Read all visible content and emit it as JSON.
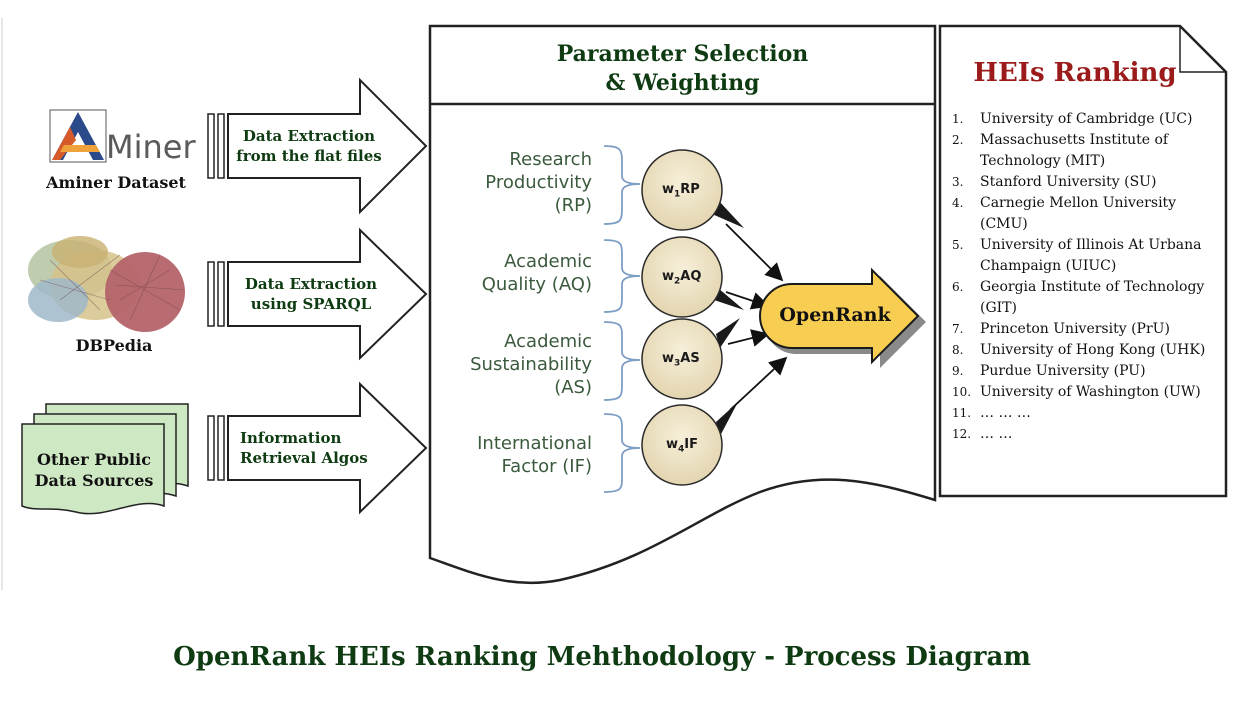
{
  "caption": "OpenRank HEIs Ranking Mehthodology - Process Diagram",
  "sources": [
    {
      "name": "Aminer Dataset",
      "logo_text": "Miner"
    },
    {
      "name": "DBPedia"
    },
    {
      "name": "Other Public Data Sources"
    }
  ],
  "arrows": [
    {
      "label": "Data Extraction from the flat files"
    },
    {
      "label": "Data Extraction using SPARQL"
    },
    {
      "label": "Information Retrieval Algos"
    }
  ],
  "panel": {
    "title_line1": "Parameter Selection",
    "title_line2": "& Weighting"
  },
  "parameters": [
    {
      "label": "Research Productivity (RP)",
      "weight_prefix": "w",
      "weight_sub": "1",
      "weight_suffix": "RP"
    },
    {
      "label": "Academic Quality (AQ)",
      "weight_prefix": "w",
      "weight_sub": "2",
      "weight_suffix": "AQ"
    },
    {
      "label": "Academic Sustainability (AS)",
      "weight_prefix": "w",
      "weight_sub": "3",
      "weight_suffix": "AS"
    },
    {
      "label": "International Factor (IF)",
      "weight_prefix": "w",
      "weight_sub": "4",
      "weight_suffix": "IF"
    }
  ],
  "openrank": {
    "label": "OpenRank"
  },
  "ranking": {
    "title": "HEIs Ranking",
    "items": [
      {
        "num": "1.",
        "text": "University of Cambridge (UC)"
      },
      {
        "num": "2.",
        "text": "Massachusetts Institute of Technology (MIT)"
      },
      {
        "num": "3.",
        "text": "Stanford University (SU)"
      },
      {
        "num": "4.",
        "text": "Carnegie Mellon University (CMU)"
      },
      {
        "num": "5.",
        "text": "University of Illinois At Urbana Champaign (UIUC)"
      },
      {
        "num": "6.",
        "text": "Georgia Institute of Technology (GIT)"
      },
      {
        "num": "7.",
        "text": "Princeton University (PrU)"
      },
      {
        "num": "8.",
        "text": "University of Hong Kong (UHK)"
      },
      {
        "num": "9.",
        "text": "Purdue University (PU)"
      },
      {
        "num": "10.",
        "text": "University of Washington (UW)"
      },
      {
        "num": "11.",
        "text": "… … …"
      },
      {
        "num": "12.",
        "text": "… …"
      }
    ]
  },
  "colors": {
    "dark_green": "#0e3b12",
    "dark_red": "#9b1b1b",
    "openrank_fill": "#f7cd52",
    "circle_fill": "#efe4c8",
    "doc_fill": "#cfe8c4",
    "bracket": "#7d9ec4"
  }
}
